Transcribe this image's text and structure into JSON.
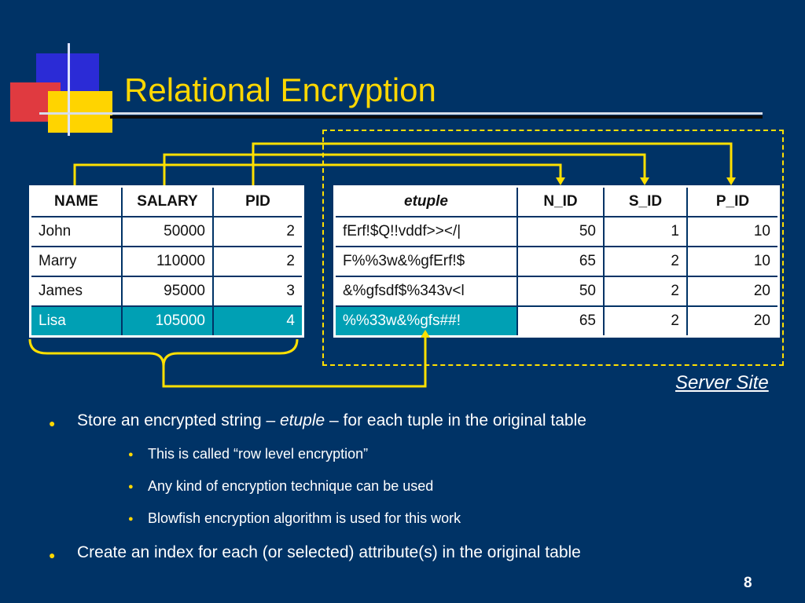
{
  "slide": {
    "title": "Relational Encryption",
    "page_number": "8"
  },
  "client_table": {
    "headers": [
      "NAME",
      "SALARY",
      "PID"
    ],
    "rows": [
      [
        "John",
        "50000",
        "2"
      ],
      [
        "Marry",
        "110000",
        "2"
      ],
      [
        "James",
        "95000",
        "3"
      ],
      [
        "Lisa",
        "105000",
        "4"
      ]
    ]
  },
  "server_table": {
    "headers": [
      "etuple",
      "N_ID",
      "S_ID",
      "P_ID"
    ],
    "rows": [
      [
        "fErf!$Q!!vddf>></|",
        "50",
        "1",
        "10"
      ],
      [
        "F%%3w&%gfErf!$",
        "65",
        "2",
        "10"
      ],
      [
        "&%gfsdf$%343v<l",
        "50",
        "2",
        "20"
      ],
      [
        "%%33w&%gfs##!",
        "65",
        "2",
        "20"
      ]
    ]
  },
  "server_site_label": "Server Site",
  "bullets": {
    "b1": {
      "before": "Store an encrypted string – ",
      "italic": "etuple",
      "after": " – for each tuple in the original table"
    },
    "sub": [
      "This is called “row level encryption”",
      "Any kind of encryption technique can be used",
      "Blowfish encryption algorithm is used for this work"
    ],
    "b2": "Create an index for each (or selected) attribute(s) in the original table"
  },
  "colors": {
    "background": "#003366",
    "title": "#ffd700",
    "accent_yellow": "#ffe000",
    "highlight": "#00a0b4"
  }
}
